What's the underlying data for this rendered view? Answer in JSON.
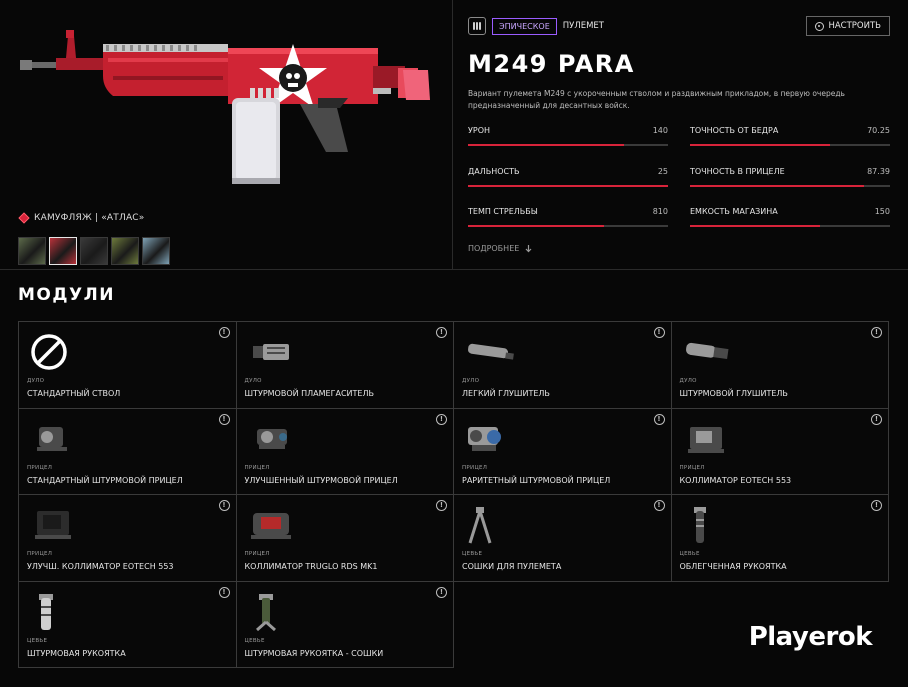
{
  "weapon": {
    "rarity": "ЭПИЧЕСКОЕ",
    "class": "ПУЛЕМЕТ",
    "tune_label": "НАСТРОИТЬ",
    "name": "M249 PARA",
    "description": "Вариант пулемета M249 с укороченным стволом и раздвижным прикладом, в первую очередь предназначенный для десантных войск.",
    "camo": "КАМУФЛЯЖ | «АТЛАС»",
    "more_label": "ПОДРОБНЕЕ",
    "stats": [
      {
        "label": "УРОН",
        "value": "140",
        "fill": 0.78
      },
      {
        "label": "ТОЧНОСТЬ ОТ БЕДРА",
        "value": "70.25",
        "fill": 0.7
      },
      {
        "label": "ДАЛЬНОСТЬ",
        "value": "25",
        "fill": 1.0
      },
      {
        "label": "ТОЧНОСТЬ В ПРИЦЕЛЕ",
        "value": "87.39",
        "fill": 0.87
      },
      {
        "label": "ТЕМП СТРЕЛЬБЫ",
        "value": "810",
        "fill": 0.68
      },
      {
        "label": "ЕМКОСТЬ МАГАЗИНА",
        "value": "150",
        "fill": 0.65
      }
    ],
    "swatch_colors": [
      "#5c6a4a",
      "#b8323a",
      "#3a3a3a",
      "#6d7a3c",
      "#7ea2b5"
    ]
  },
  "modules": {
    "title": "МОДУЛИ",
    "items": [
      {
        "cat": "ДУЛО",
        "name": "СТАНДАРТНЫЙ СТВОЛ",
        "icon": "no-icon"
      },
      {
        "cat": "ДУЛО",
        "name": "ШТУРМОВОЙ ПЛАМЕГАСИТЕЛЬ",
        "icon": "flash-hider-icon"
      },
      {
        "cat": "ДУЛО",
        "name": "ЛЕГКИЙ ГЛУШИТЕЛЬ",
        "icon": "silencer-light-icon"
      },
      {
        "cat": "ДУЛО",
        "name": "ШТУРМОВОЙ ГЛУШИТЕЛЬ",
        "icon": "silencer-assault-icon"
      },
      {
        "cat": "ПРИЦЕЛ",
        "name": "СТАНДАРТНЫЙ ШТУРМОВОЙ ПРИЦЕЛ",
        "icon": "scope-std-icon"
      },
      {
        "cat": "ПРИЦЕЛ",
        "name": "УЛУЧШЕННЫЙ ШТУРМОВОЙ ПРИЦЕЛ",
        "icon": "scope-improved-icon"
      },
      {
        "cat": "ПРИЦЕЛ",
        "name": "РАРИТЕТНЫЙ ШТУРМОВОЙ ПРИЦЕЛ",
        "icon": "scope-rare-icon"
      },
      {
        "cat": "ПРИЦЕЛ",
        "name": "КОЛЛИМАТОР EOTECH 553",
        "icon": "eotech-icon"
      },
      {
        "cat": "ПРИЦЕЛ",
        "name": "УЛУЧШ. КОЛЛИМАТОР EOTECH 553",
        "icon": "eotech-plus-icon"
      },
      {
        "cat": "ПРИЦЕЛ",
        "name": "КОЛЛИМАТОР TRUGLO RDS MK1",
        "icon": "truglo-icon"
      },
      {
        "cat": "ЦЕВЬЕ",
        "name": "СОШКИ ДЛЯ ПУЛЕМЕТА",
        "icon": "bipod-icon"
      },
      {
        "cat": "ЦЕВЬЕ",
        "name": "ОБЛЕГЧЕННАЯ РУКОЯТКА",
        "icon": "grip-light-icon"
      },
      {
        "cat": "ЦЕВЬЕ",
        "name": "ШТУРМОВАЯ РУКОЯТКА",
        "icon": "grip-assault-icon"
      },
      {
        "cat": "ЦЕВЬЕ",
        "name": "ШТУРМОВАЯ РУКОЯТКА - СОШКИ",
        "icon": "grip-bipod-icon"
      }
    ]
  },
  "watermark": "Playerok",
  "colors": {
    "accent": "#d8233a",
    "rarity": "#9a5cff",
    "background": "#070707"
  }
}
